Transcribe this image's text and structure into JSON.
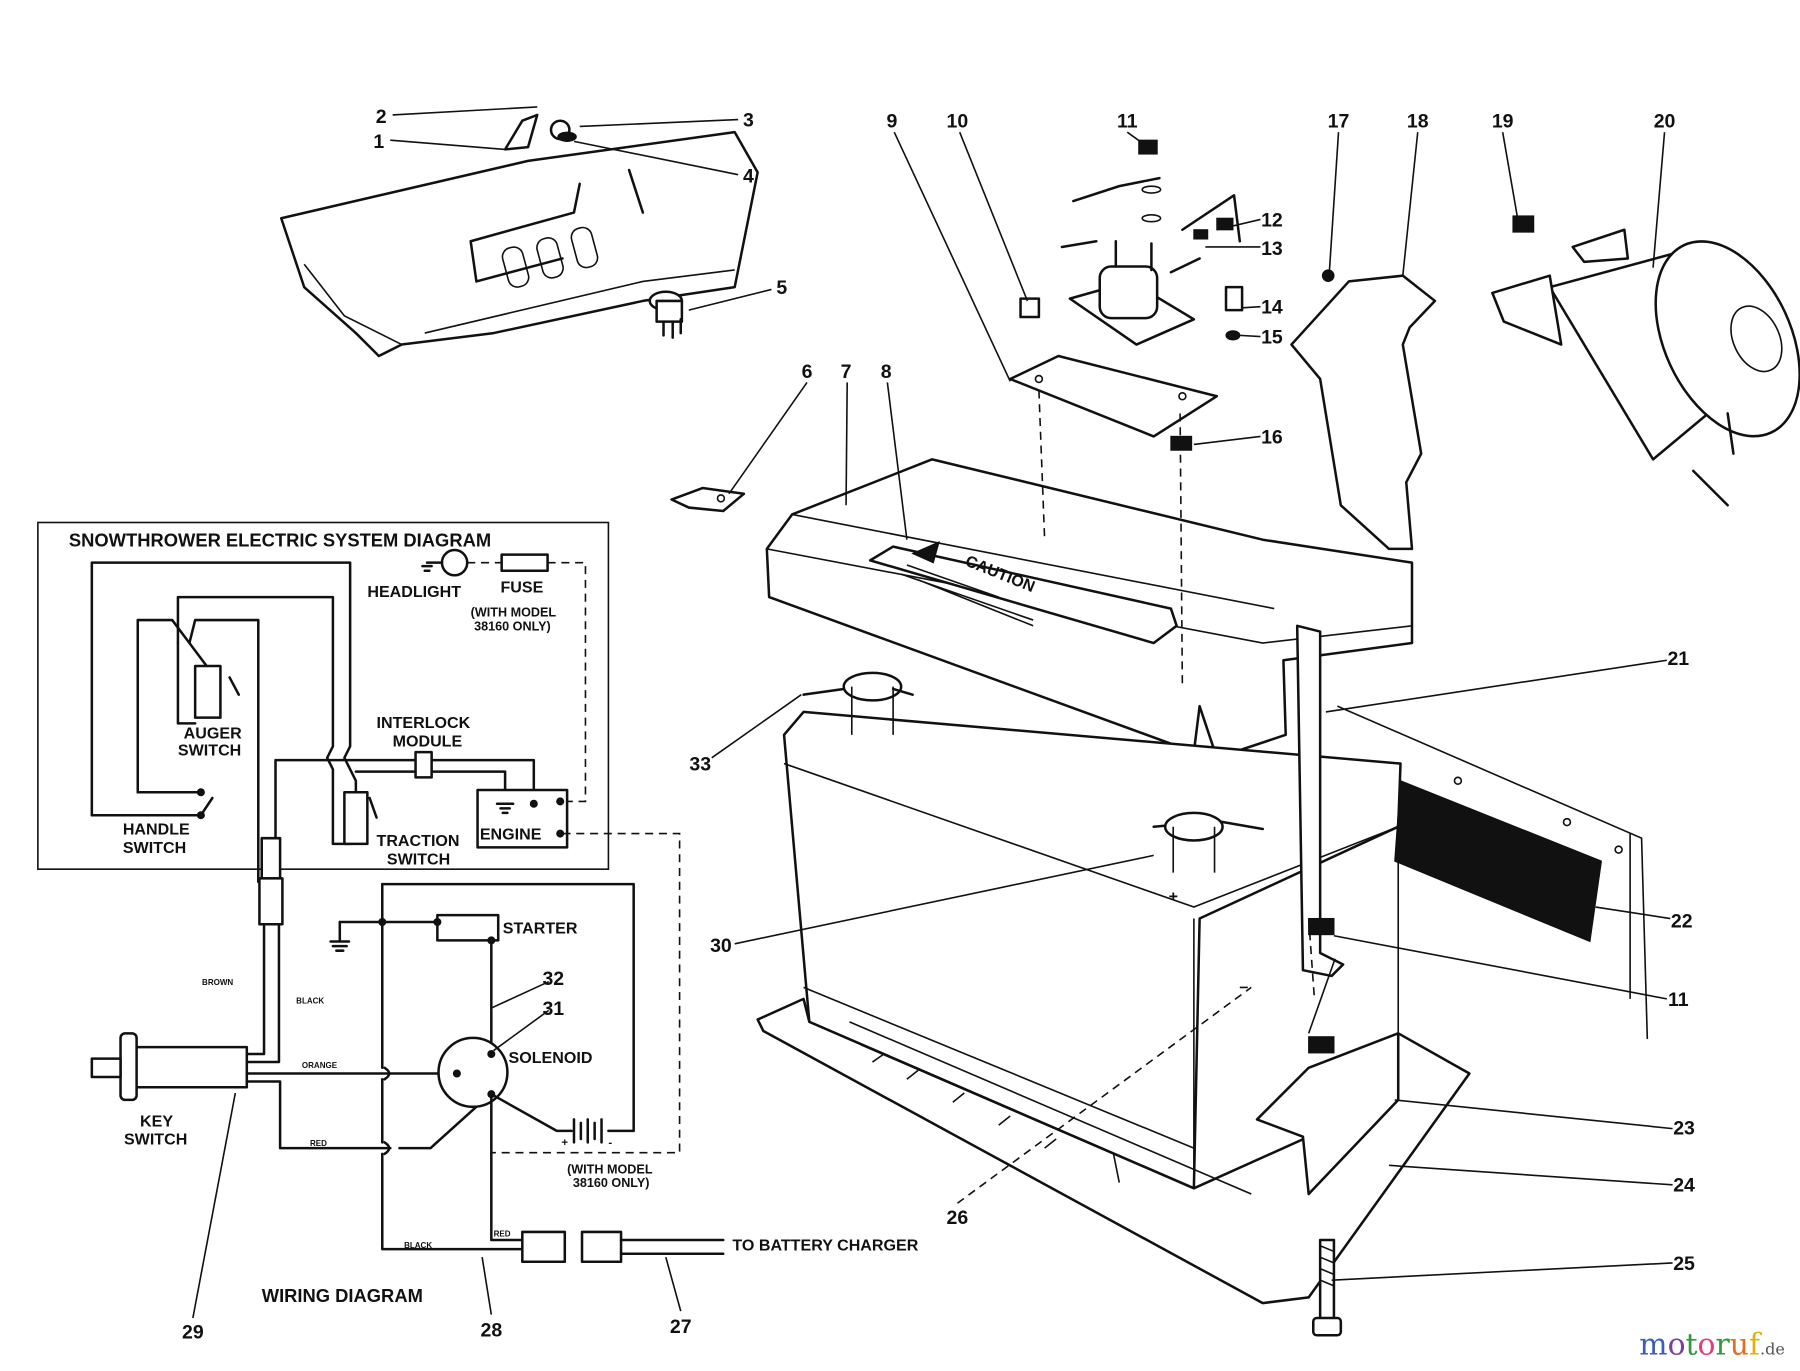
{
  "electric_system_diagram": {
    "title": "SNOWTHROWER ELECTRIC SYSTEM DIAGRAM",
    "headlight": "HEADLIGHT",
    "fuse": "FUSE",
    "fuse_note_1": "(WITH MODEL",
    "fuse_note_2": "38160 ONLY)",
    "auger_switch_1": "AUGER",
    "auger_switch_2": "SWITCH",
    "handle_switch_1": "HANDLE",
    "handle_switch_2": "SWITCH",
    "interlock_1": "INTERLOCK",
    "interlock_2": "MODULE",
    "traction_1": "TRACTION",
    "traction_2": "SWITCH",
    "engine": "ENGINE"
  },
  "wiring_diagram": {
    "title": "WIRING DIAGRAM",
    "starter": "STARTER",
    "solenoid": "SOLENOID",
    "key_switch_1": "KEY",
    "key_switch_2": "SWITCH",
    "battery_note_1": "(WITH MODEL",
    "battery_note_2": "38160 ONLY)",
    "to_battery_charger": "TO BATTERY CHARGER",
    "wire_brown": "BROWN",
    "wire_black": "BLACK",
    "wire_orange": "ORANGE",
    "wire_red": "RED",
    "wire_red_2": "RED",
    "wire_black_2": "BLACK",
    "plus": "+",
    "minus": "-"
  },
  "parts": {
    "caution_label": "CAUTION",
    "battery_plus": "+"
  },
  "callouts": [
    "1",
    "2",
    "3",
    "4",
    "5",
    "6",
    "7",
    "8",
    "9",
    "10",
    "11",
    "12",
    "13",
    "14",
    "15",
    "16",
    "17",
    "18",
    "19",
    "20",
    "21",
    "22",
    "11",
    "23",
    "24",
    "25",
    "26",
    "27",
    "28",
    "29",
    "30",
    "31",
    "32",
    "33"
  ],
  "watermark": {
    "text": "motoruf",
    "suffix": ".de",
    "colors": [
      "#3a5fb0",
      "#7a3fa0",
      "#2e9a3a",
      "#e0407a",
      "#2e9a3a",
      "#e07020",
      "#e0b010"
    ]
  }
}
